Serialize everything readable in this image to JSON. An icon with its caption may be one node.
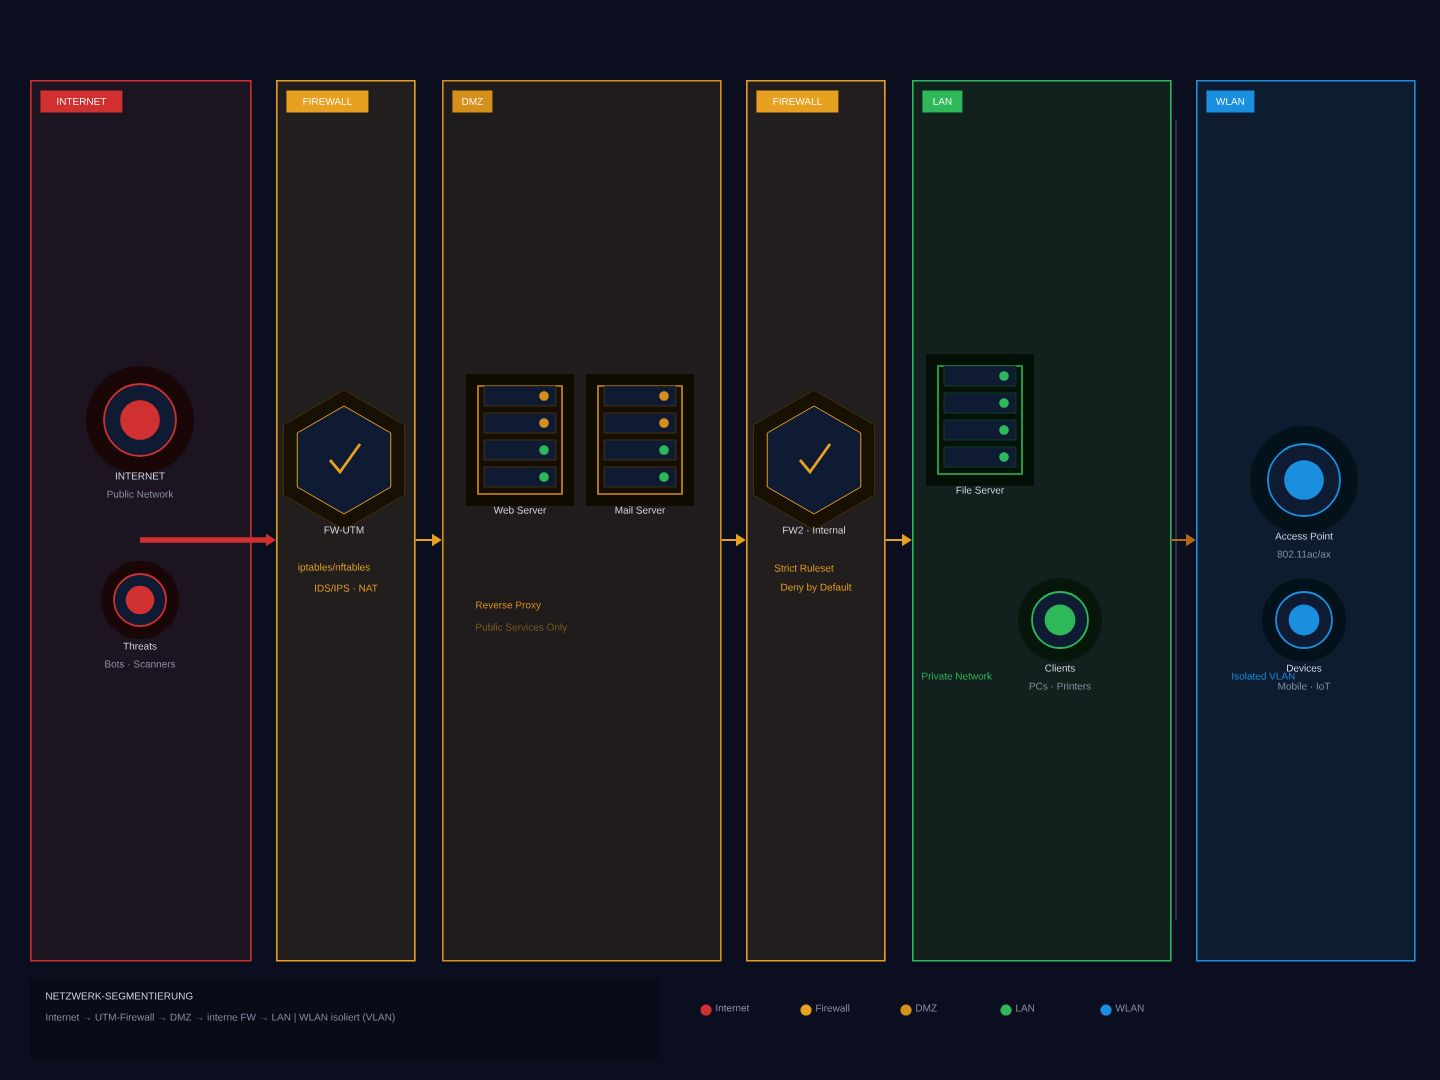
{
  "diagram": {
    "nodes": [
      {
        "text": [
          "INTERNET"
        ]
      },
      {
        "text": [
          "INTERNET",
          "Public Network"
        ],
        "in": 0
      },
      {
        "text": [
          "Threats",
          "Bots · Scanners"
        ],
        "in": 0
      },
      {
        "text": [
          "FIREWALL"
        ]
      },
      {
        "text": [
          "FW-UTM"
        ],
        "in": 3,
        "beside": [
          "iptables/nftables",
          "IDS/IPS · NAT"
        ]
      },
      {
        "text": [
          "DMZ"
        ]
      },
      {
        "text": [
          "Web Server"
        ],
        "in": 5
      },
      {
        "text": [
          "Mail Server"
        ],
        "in": 5
      },
      {
        "text": [
          "FIREWALL"
        ]
      },
      {
        "text": [
          "FW2 · Internal"
        ],
        "in": 8,
        "beside": [
          "Strict Ruleset",
          "Deny by Default"
        ]
      },
      {
        "text": [
          "LAN"
        ]
      },
      {
        "text": [
          "File Server"
        ],
        "in": 10
      },
      {
        "text": [
          "Clients",
          "PCs · Printers"
        ],
        "in": 10
      },
      {
        "text": [
          "WLAN"
        ]
      },
      {
        "text": [
          "Access Point",
          "802.11ac/ax"
        ],
        "in": 13
      },
      {
        "text": [
          "Devices",
          "Mobile · IoT"
        ],
        "in": 13
      }
    ],
    "edges": [
      {
        "from": 2,
        "to": 3,
        "arrow": "to",
        "style": "thick",
        "color": "#d03030"
      },
      {
        "from": 3,
        "to": 5,
        "arrow": "to"
      },
      {
        "from": 5,
        "to": 8,
        "arrow": "to"
      },
      {
        "from": 8,
        "to": 10,
        "arrow": "to"
      },
      {
        "from": 10,
        "to": 13,
        "arrow": "to",
        "color": "#b8661a"
      }
    ],
    "labels": [
      "Reverse Proxy",
      "Public Services Only",
      "Private Network",
      "Isolated VLAN",
      "NETZWERK-SEGMENTIERUNG",
      "Internet → UTM-Firewall → DMZ → interne FW → LAN  |  WLAN isoliert (VLAN)"
    ],
    "legend": [
      {
        "text": "Internet",
        "color": "#d03030"
      },
      {
        "text": "Firewall",
        "color": "#e8a020"
      },
      {
        "text": "DMZ",
        "color": "#d4901a"
      },
      {
        "text": "LAN",
        "color": "#2fb85a"
      },
      {
        "text": "WLAN",
        "color": "#1a8fe0"
      }
    ]
  }
}
